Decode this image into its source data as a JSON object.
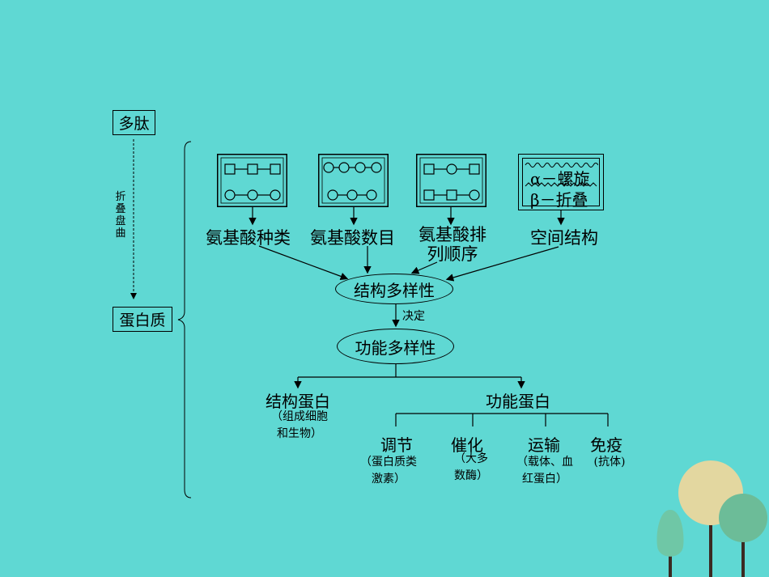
{
  "left": {
    "peptide": "多肽",
    "fold_label": "折叠盘曲",
    "protein": "蛋白质"
  },
  "top_row": [
    {
      "id": "kinds",
      "label": "氨基酸种类"
    },
    {
      "id": "number",
      "label": "氨基酸数目"
    },
    {
      "id": "order",
      "label_line1": "氨基酸排",
      "label_line2": "列顺序"
    },
    {
      "id": "space",
      "label": "空间结构",
      "alpha": "α－螺旋",
      "beta": "β－折叠"
    }
  ],
  "middle": {
    "structure_diversity": "结构多样性",
    "decides": "决定",
    "function_diversity": "功能多样性"
  },
  "bottom": {
    "structural_protein": "结构蛋白",
    "structural_note_1": "（组成细胞",
    "structural_note_2": "和生物）",
    "functional_protein": "功能蛋白",
    "functions": [
      {
        "name": "调节",
        "note_1": "（蛋白质类",
        "note_2": "激素）"
      },
      {
        "name": "催化",
        "note_1": "（大多",
        "note_2": "数酶）"
      },
      {
        "name": "运输",
        "note_1": "（载体、血",
        "note_2": "红蛋白）"
      },
      {
        "name": "免疫",
        "note_1": "(抗体)",
        "note_2": ""
      }
    ]
  },
  "colors": {
    "background": "#5fd8d3",
    "line": "#000000",
    "tree_left": "#6fc7a6",
    "tree_mid": "#e3d7a0",
    "tree_right": "#6cbc98",
    "trunk": "#3b2a22"
  }
}
